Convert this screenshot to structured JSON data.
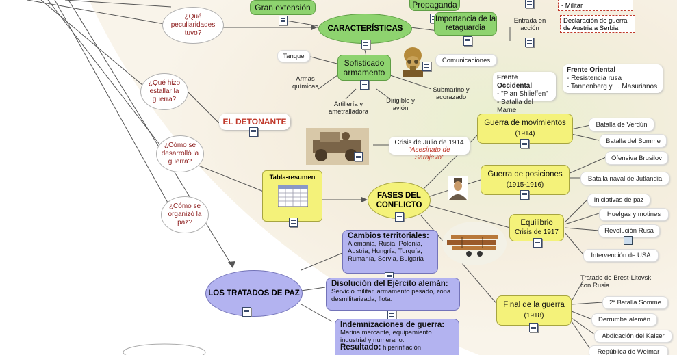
{
  "questions": {
    "peculiaridades": "¿Qué peculiaridades tuvo?",
    "estallar": "¿Qué hizo estallar la guerra?",
    "desarrollo": "¿Cómo se desarrolló la guerra?",
    "paz": "¿Cómo se organizó la paz?"
  },
  "top": {
    "gran_extension": "Gran extensión",
    "propaganda": "Propaganda",
    "caracteristicas": "CARACTERÍSTICAS",
    "retaguardia": "Importancia de la retaguardia",
    "entrada": "Entrada en acción",
    "militar": "- Militar",
    "declaracion": "Declaración de guerra de Austria a Serbia"
  },
  "armamento": {
    "title": "Sofisticado armamento",
    "tanque": "Tanque",
    "armas": "Armas químicas",
    "artilleria": "Artillería y ametralladora",
    "dirigible": "Dirigible y avión",
    "submarino": "Submarino y acorazado",
    "comunicaciones": "Comunicaciones"
  },
  "frentes": {
    "occidental_title": "Frente Occidental",
    "occidental_items": [
      "- \"Plan Shlieffen\"",
      "- Batalla del Marne"
    ],
    "oriental_title": "Frente Oriental",
    "oriental_items": [
      "- Resistencia rusa",
      "- Tannenberg y L. Masurianos"
    ]
  },
  "detonante": {
    "title": "EL DETONANTE",
    "crisis": "Crisis de Julio de 1914",
    "asesinato": "\"Asesinato de Sarajevo\""
  },
  "fases": {
    "tabla": "Tabla-resumen",
    "title": "FASES DEL CONFLICTO",
    "movimientos": "Guerra de movimientos",
    "movimientos_year": "(1914)",
    "posiciones": "Guerra de posiciones",
    "posiciones_year": "(1915-1916)",
    "equilibrio": "Equilibrio",
    "equilibrio_sub": "Crisis de 1917",
    "final": "Final de la guerra",
    "final_year": "(1918)"
  },
  "batallas": {
    "verdun": "Batalla de Verdún",
    "somme": "Batalla del Somme",
    "brusilov": "Ofensiva Brusilov",
    "jutlandia": "Batalla naval de Jutlandia"
  },
  "equilibrio_items": {
    "paz": "Iniciativas de paz",
    "huelgas": "Huelgas y motines",
    "revolucion": "Revolución Rusa",
    "usa": "Intervención de USA"
  },
  "final_items": {
    "brest": "Tratado de Brest-Litovsk con Rusia",
    "somme2": "2ª Batalla Somme",
    "derrumbe": "Derrumbe alemán",
    "abdicacion": "Abdicación del Kaiser",
    "weimar": "República de Weimar"
  },
  "tratados": {
    "title": "LOS TRATADOS DE PAZ",
    "cambios_title": "Cambios territoriales:",
    "cambios_text": "Alemania, Rusia, Polonia, Austria, Hungría, Turquía, Rumanía, Servia, Bulgaria",
    "disolucion_title": "Disolución del Ejército alemán:",
    "disolucion_text": "Servicio militar, armamento pesado, zona desmilitarizada, flota.",
    "indemn_title": "Indemnizaciones de guerra:",
    "indemn_text": "Marina mercante, equipamiento industrial y numerario.",
    "resultado_label": "Resultado:",
    "resultado_text": "hiperinflación"
  },
  "colors": {
    "green": "#8ed36f",
    "yellow": "#f4f27a",
    "purple": "#b3b3f0",
    "question": "#8b1a1a",
    "detonante": "#c0392b"
  }
}
